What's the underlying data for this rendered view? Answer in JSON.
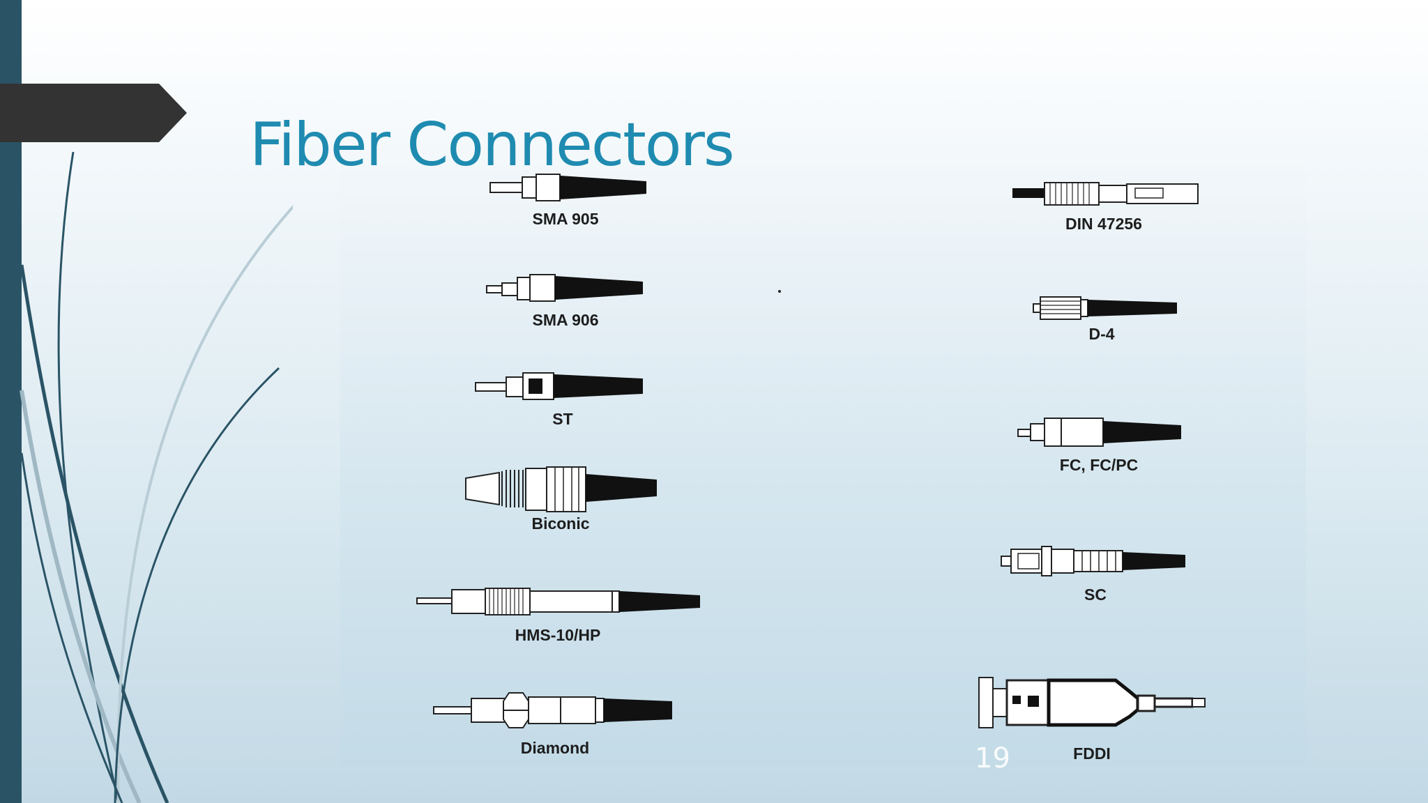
{
  "slide": {
    "title": "Fiber Connectors",
    "page_number": "19"
  },
  "connectors": {
    "sma905": "SMA 905",
    "sma906": "SMA 906",
    "st": "ST",
    "biconic": "Biconic",
    "hms": "HMS-10/HP",
    "diamond": "Diamond",
    "din": "DIN 47256",
    "d4": "D-4",
    "fc": "FC, FC/PC",
    "sc": "SC",
    "fddi": "FDDI"
  },
  "colors": {
    "title": "#1f8bb0",
    "left_bar": "#2a5466",
    "banner": "#333333"
  }
}
